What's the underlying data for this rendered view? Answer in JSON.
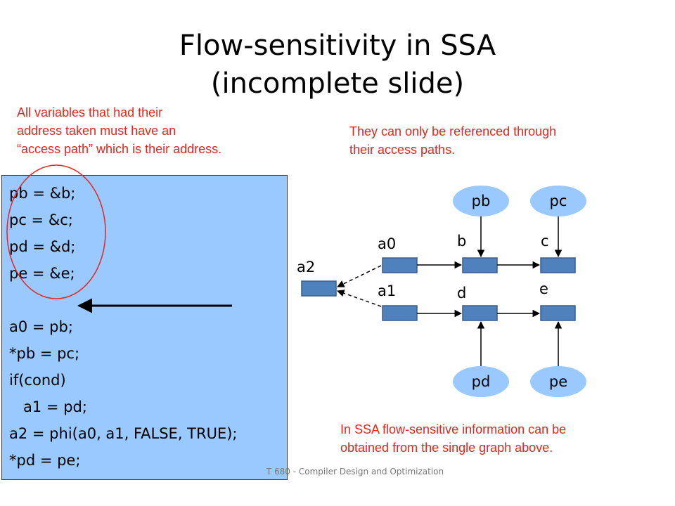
{
  "title": {
    "line1": "Flow-sensitivity in SSA",
    "line2": "(incomplete slide)"
  },
  "notes": {
    "top_left": [
      "All variables that had their",
      "address taken must have an",
      "“access path” which is their address."
    ],
    "top_right": [
      "They can only be referenced through",
      "their access paths."
    ],
    "bottom_right": [
      "In SSA flow-sensitive information can be",
      "obtained from the single graph above."
    ]
  },
  "code": [
    "pb = &b;",
    "pc = &c;",
    "pd = &d;",
    "pe = &e;",
    "",
    "a0 = pb;",
    "*pb = pc;",
    "if(cond)",
    "   a1 = pd;",
    "a2 = phi(a0, a1, FALSE, TRUE);",
    "*pd = pe;"
  ],
  "graph": {
    "pointer_nodes": [
      "pb",
      "pc",
      "pd",
      "pe"
    ],
    "var_labels": [
      "b",
      "c",
      "d",
      "e"
    ],
    "a_labels": [
      "a0",
      "a1",
      "a2"
    ]
  },
  "footer": "T 680 - Compiler Design and Optimization",
  "colors": {
    "node_fill": "#4f81bd",
    "node_stroke": "#385d8a",
    "ellipse_fill": "#99c9ff",
    "code_bg": "#99c9ff",
    "annotation": "#e8251c"
  }
}
